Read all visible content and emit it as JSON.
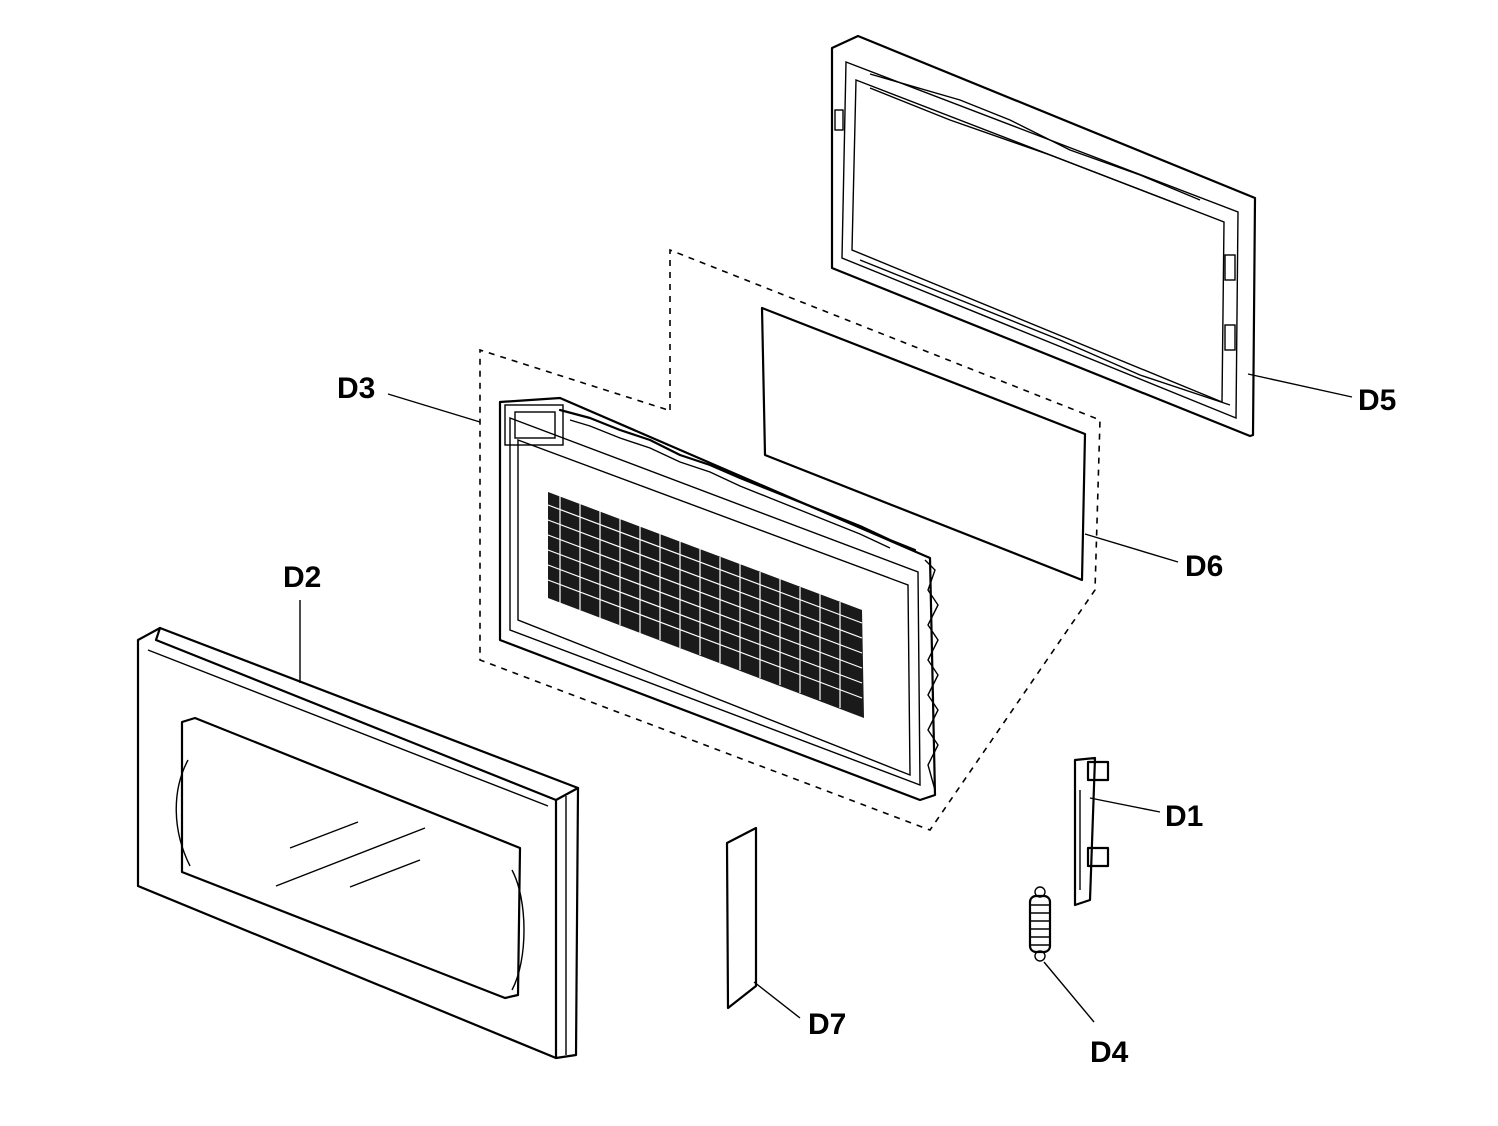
{
  "labels": {
    "d1": "D1",
    "d2": "D2",
    "d3": "D3",
    "d4": "D4",
    "d5": "D5",
    "d6": "D6",
    "d7": "D7"
  }
}
